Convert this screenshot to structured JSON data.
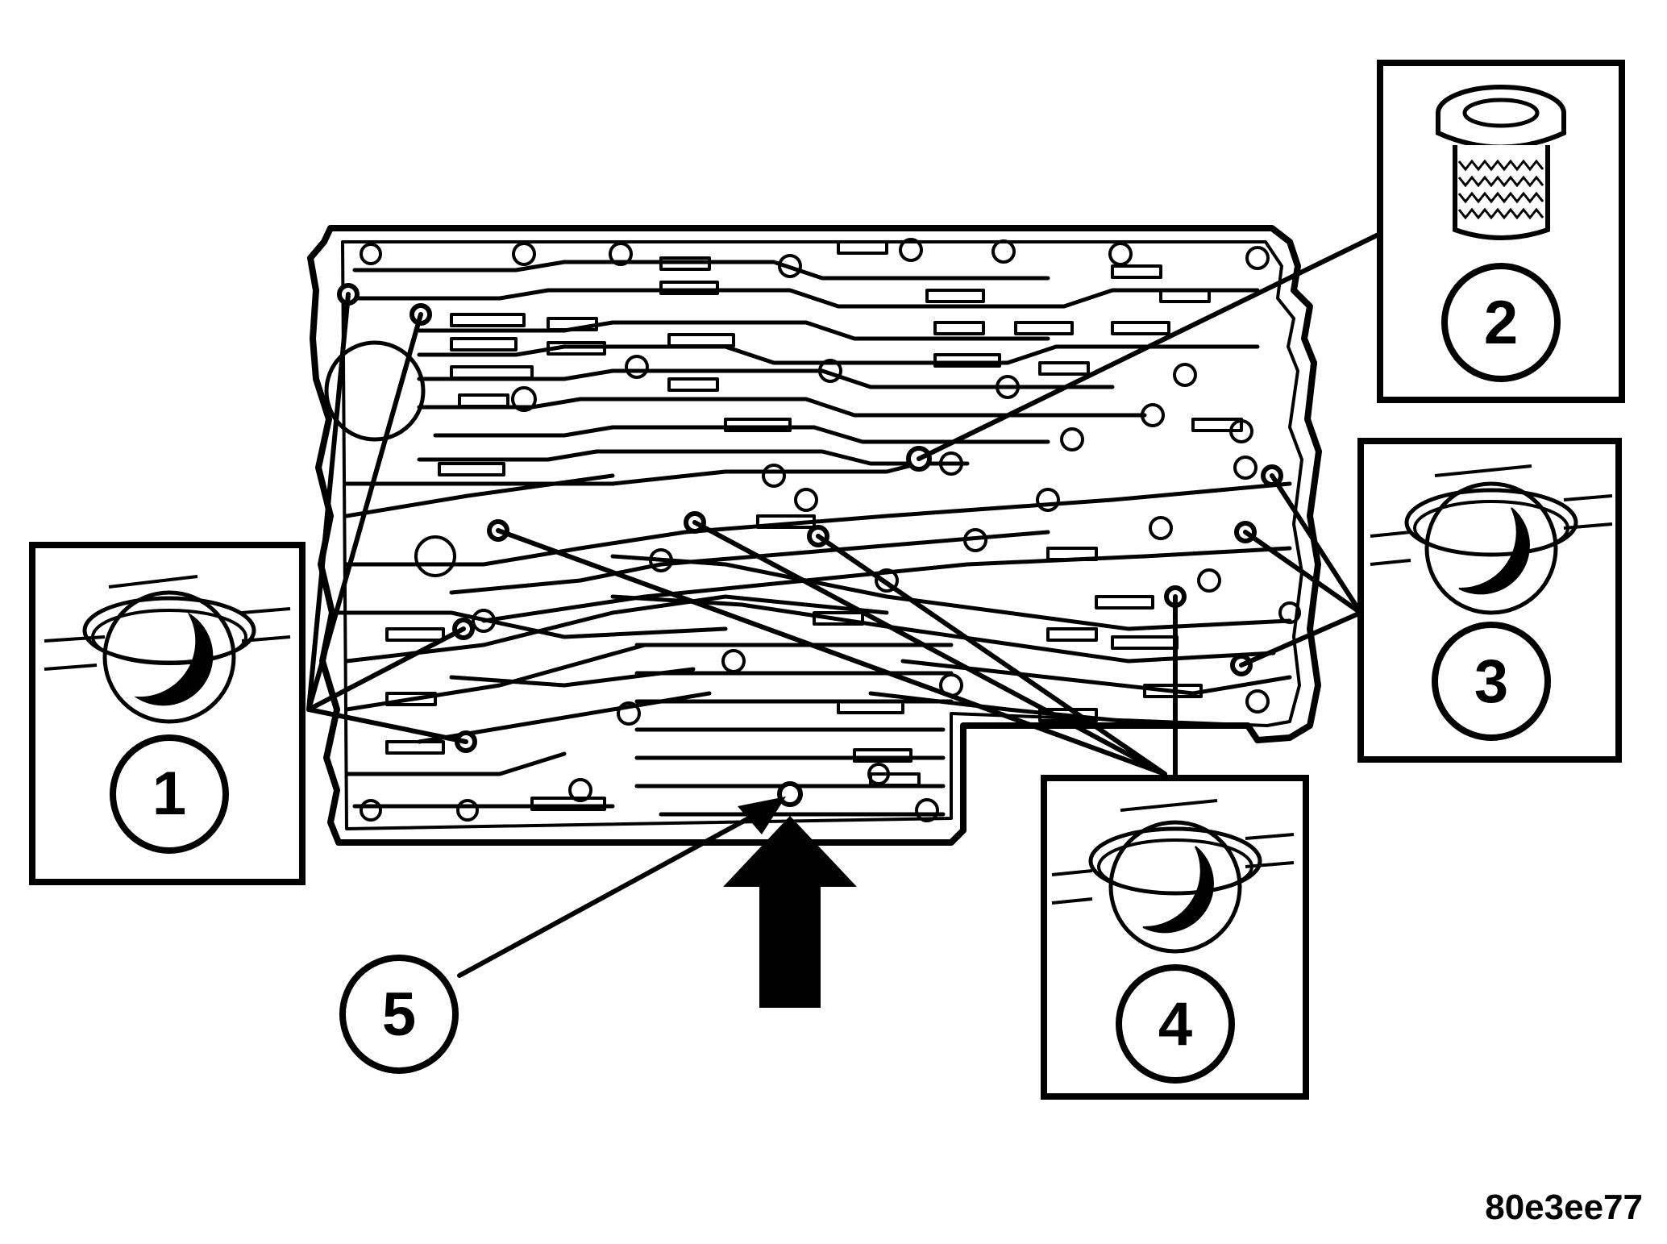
{
  "callouts": {
    "c1": "1",
    "c2": "2",
    "c3": "3",
    "c4": "4",
    "c5": "5"
  },
  "figure_id": "80e3ee77",
  "icons": {
    "check_ball": "check-ball-icon",
    "filter_screen": "filter-screen-icon",
    "direction_arrow": "arrow-up-icon"
  },
  "colors": {
    "ink": "#000000",
    "paper": "#ffffff"
  }
}
